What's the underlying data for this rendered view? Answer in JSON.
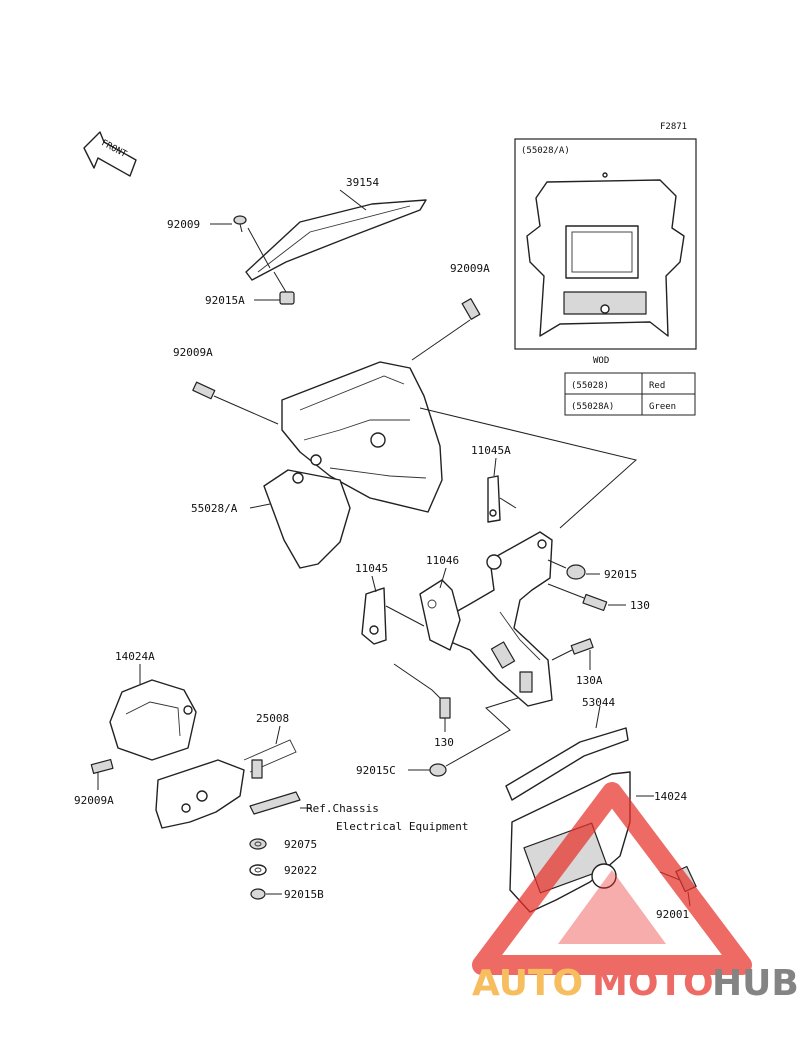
{
  "figure_code": "F2871",
  "front_label": "FRONT",
  "inset": {
    "title": "(55028/A)",
    "region_label": "WOD",
    "table": [
      {
        "part": "(55028)",
        "color": "Red"
      },
      {
        "part": "(55028A)",
        "color": "Green"
      }
    ]
  },
  "parts": {
    "p39154": "39154",
    "p92009": "92009",
    "p92015A": "92015A",
    "p92009A_top": "92009A",
    "p92009A_left": "92009A",
    "p55028A": "55028/A",
    "p11045A": "11045A",
    "p11046": "11046",
    "p11045": "11045",
    "p92015": "92015",
    "p130_right": "130",
    "p130A": "130A",
    "p130_lower": "130",
    "p92015C": "92015C",
    "p14024A": "14024A",
    "p92009A_bottom": "92009A",
    "p25008": "25008",
    "p53044": "53044",
    "p14024": "14024",
    "p92001": "92001",
    "p92075": "92075",
    "p92022": "92022",
    "p92015B": "92015B"
  },
  "reference": {
    "line1": "Ref.Chassis",
    "line2": "Electrical Equipment"
  },
  "watermark": {
    "brand_part1": "AUTO",
    "brand_part2": "MOTO",
    "brand_part3": "HUB",
    "color_red": "#e8312a",
    "color_orange": "#f5a623",
    "color_gray": "#555555"
  }
}
